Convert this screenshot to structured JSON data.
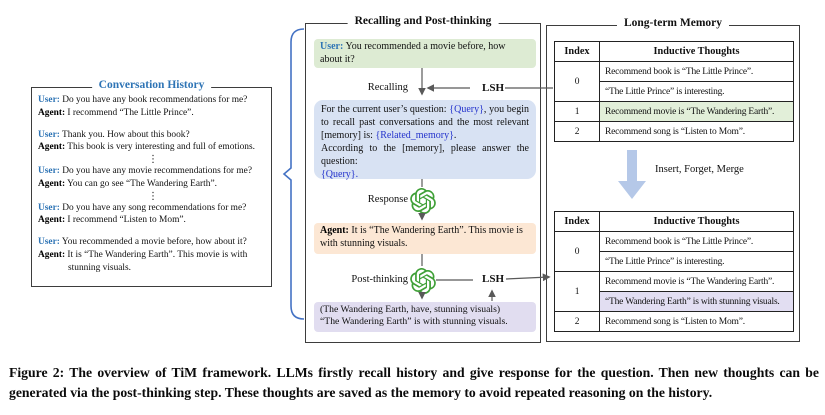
{
  "figure": {
    "caption": "Figure 2: The overview of TiM framework. LLMs firstly recall history and give response for the question. Then new thoughts can be generated via the post-thinking step. These thoughts are saved as the memory to avoid repeated reasoning on the history."
  },
  "labels": {
    "user": "User:",
    "agent": "Agent:",
    "recalling": "Recalling",
    "response": "Response",
    "post_thinking": "Post-thinking",
    "lsh_top": "LSH",
    "lsh_bottom": "LSH",
    "ellipsis": "⋮"
  },
  "conversation_history": {
    "title": "Conversation History",
    "turns": [
      {
        "user": "Do you have any book recommendations for me?",
        "agent": "I recommend “The Little Prince”.",
        "separator_after": "gap"
      },
      {
        "user": "Thank you. How about this book?",
        "agent": "This book is very interesting and full of emotions.",
        "separator_after": "dots"
      },
      {
        "user": "Do you have any movie recommendations for me?",
        "agent": "You can go see “The Wandering Earth”.",
        "separator_after": "dots"
      },
      {
        "user": "Do you have any song recommendations for me?",
        "agent": "I recommend “Listen to Mom”.",
        "separator_after": "gap"
      },
      {
        "user": "You recommended a movie before, how about it?",
        "agent": "It is “The Wandering Earth”. This movie is with stunning visuals.",
        "separator_after": "none"
      }
    ]
  },
  "recalling_panel": {
    "title": "Recalling and Post-thinking",
    "user_query_box": {
      "speaker": "User:",
      "text": "You recommended a movie before, how about it?"
    },
    "recall_prompt_box": {
      "part1": "For the current user’s question: ",
      "query_token": "{Query}",
      "part2": ", you begin to recall past conversations and the most relevant [memory] is: ",
      "related_memory_token": "{Related_memory}",
      "part3": ".",
      "sentence2": "According to the [memory], please answer the question:",
      "final_query_token": "{Query}."
    },
    "agent_response_box": {
      "speaker": "Agent:",
      "text": "It is “The Wandering Earth”. This movie is with stunning visuals."
    },
    "thought_box": {
      "line1": "(The Wandering Earth, have, stunning visuals)",
      "line2": "“The Wandering Earth” is with stunning visuals."
    }
  },
  "long_term_memory": {
    "title": "Long-term Memory",
    "transition_label": "Insert, Forget, Merge",
    "tables": [
      {
        "headers": [
          "Index",
          "Inductive Thoughts"
        ],
        "groups": [
          {
            "index": "0",
            "thoughts": [
              {
                "text": "Recommend book is “The Little Prince”."
              },
              {
                "text": "“The Little Prince” is interesting."
              }
            ]
          },
          {
            "index": "1",
            "thoughts": [
              {
                "text": "Recommend movie is “The Wandering Earth”.",
                "highlight": "green"
              }
            ]
          },
          {
            "index": "2",
            "thoughts": [
              {
                "text": "Recommend song is “Listen to Mom”."
              }
            ]
          }
        ]
      },
      {
        "headers": [
          "Index",
          "Inductive Thoughts"
        ],
        "groups": [
          {
            "index": "0",
            "thoughts": [
              {
                "text": "Recommend book is “The Little Prince”."
              },
              {
                "text": "“The Little Prince” is interesting."
              }
            ]
          },
          {
            "index": "1",
            "thoughts": [
              {
                "text": "Recommend movie is “The Wandering Earth”."
              },
              {
                "text": "“The Wandering Earth” is with stunning visuals.",
                "highlight": "purple"
              }
            ]
          },
          {
            "index": "2",
            "thoughts": [
              {
                "text": "Recommend song is “Listen to Mom”."
              }
            ]
          }
        ]
      }
    ]
  },
  "colors": {
    "title_blue": "#2e74b5",
    "token_blue": "#2433cc",
    "query_box_bg": "#ddebd3",
    "prompt_box_bg": "#d8e2f3",
    "response_box_bg": "#fce7d4",
    "thought_box_bg": "#e1ddf0",
    "highlight_green": "#e2efd9",
    "highlight_purple": "#e2def2",
    "brace_blue": "#4472c4",
    "bulk_arrow_blue": "#b5c8e8",
    "openai_green": "#3fa037",
    "line_gray": "#595959"
  }
}
